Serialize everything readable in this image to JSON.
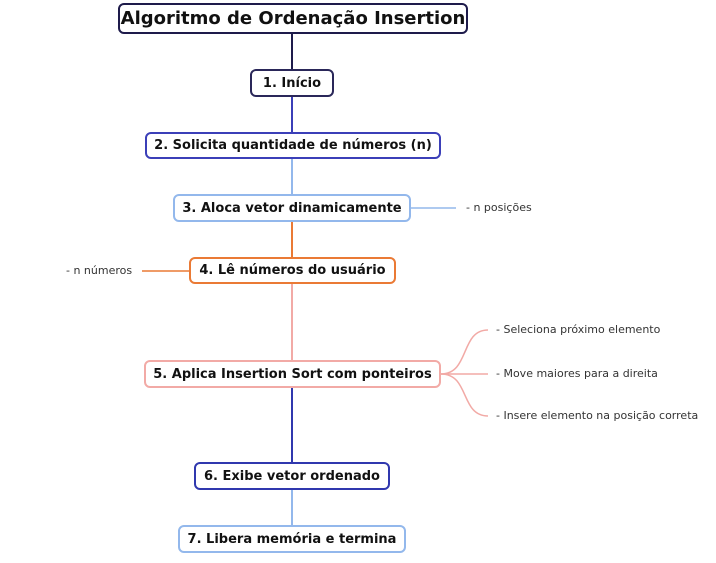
{
  "title": "Algoritmo de Ordenação Insertion",
  "steps": {
    "s1": "1. Início",
    "s2": "2. Solicita quantidade de números (n)",
    "s3": "3. Aloca vetor dinamicamente",
    "s4": "4. Lê números do usuário",
    "s5": "5. Aplica Insertion Sort com ponteiros",
    "s6": "6. Exibe vetor ordenado",
    "s7": "7. Libera memória e termina"
  },
  "notes": {
    "s3": "- n posições",
    "s4": "- n números",
    "s5": [
      "- Seleciona próximo elemento",
      "- Move maiores para a direita",
      "- Insere elemento na posição correta"
    ]
  },
  "colors": {
    "root_border": "#1e1b4b",
    "step1_border": "#2a2759",
    "step2_border": "#3b3fb8",
    "step3_border": "#93b8ec",
    "step4_border": "#ea7a35",
    "step5_border": "#f2aaa6",
    "step6_border": "#3038ae",
    "step7_border": "#93b8ec"
  }
}
